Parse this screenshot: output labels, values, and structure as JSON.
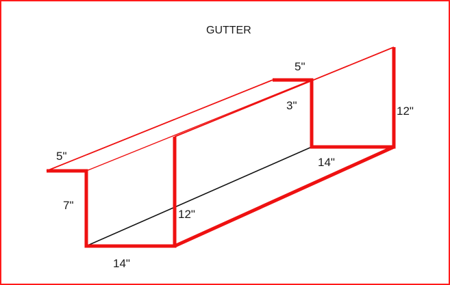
{
  "title": "GUTTER",
  "dimensions": {
    "top_left_lip": "5\"",
    "top_right_lip": "5\"",
    "front_left_height": "7\"",
    "front_bottom_width": "14\"",
    "mid_height": "12\"",
    "back_step": "3\"",
    "back_height": "12\"",
    "back_bottom_width": "14\""
  },
  "colors": {
    "frame": "#ff1a1a",
    "outline": "#ee1111",
    "hidden_edge": "#111111"
  }
}
